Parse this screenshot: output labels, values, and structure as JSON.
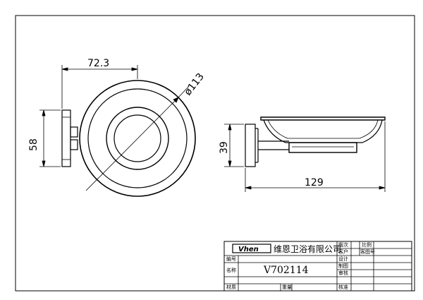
{
  "dimensions": {
    "width_front": "72.3",
    "diameter": "ø113",
    "height_mount": "58",
    "height_side": "39",
    "depth_side": "129"
  },
  "title_block": {
    "logo": "Vhen",
    "company": "维恩卫浴有限公司",
    "model": "V702114",
    "labels": {
      "version": "版次",
      "scale": "比例",
      "customer": "客户",
      "client_drawing_no": "客图号",
      "number": "編号",
      "design": "设计",
      "name": "名称",
      "drafting": "制图",
      "review": "审核",
      "material": "材质",
      "weight": "重量",
      "approve": "核准"
    }
  }
}
